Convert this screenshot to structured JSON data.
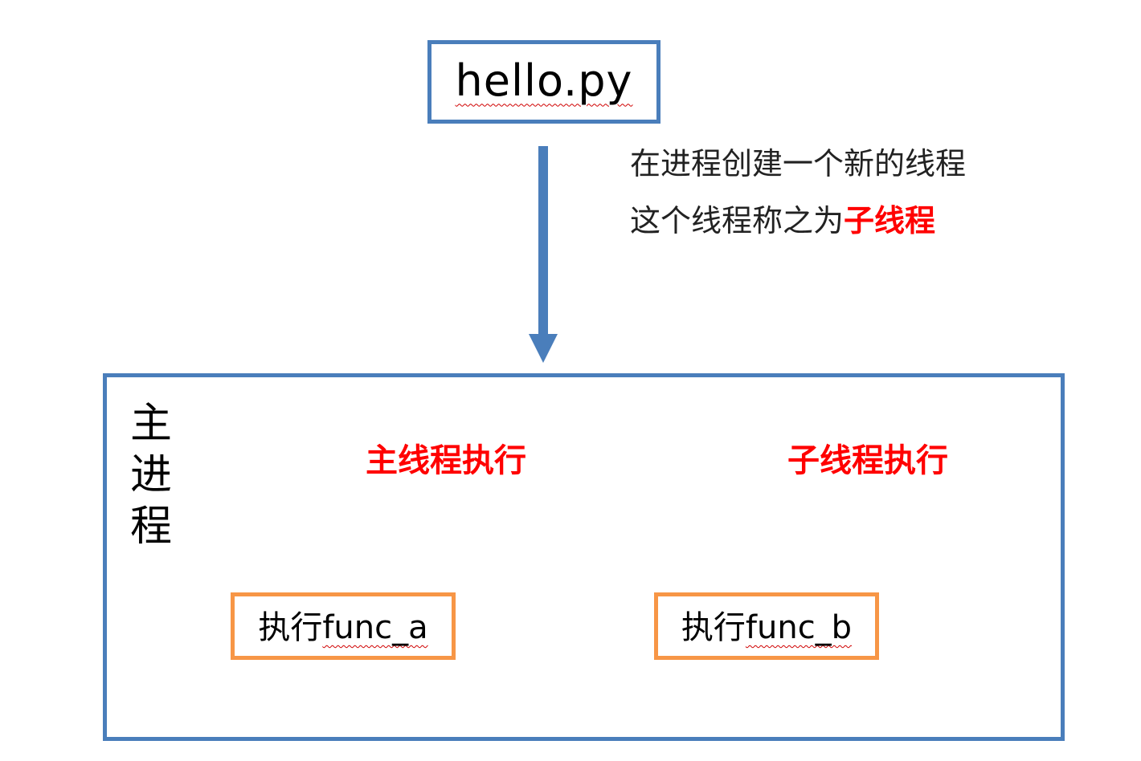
{
  "file": {
    "name": "hello.py"
  },
  "note": {
    "line1": "在进程创建一个新的线程",
    "line2_prefix": "这个线程称之为",
    "line2_highlight": "子线程"
  },
  "process": {
    "label_chars": [
      "主",
      "进",
      "程"
    ]
  },
  "threads": {
    "main_label": "主线程执行",
    "sub_label": "子线程执行"
  },
  "functions": {
    "a_prefix": "执行",
    "a_name": "func_a",
    "b_prefix": "执行",
    "b_name": "func_b"
  },
  "colors": {
    "frame_blue": "#4a7ebb",
    "arrow_red": "#ff0000",
    "func_border_orange": "#f79646",
    "highlight_red": "#ff0000"
  }
}
